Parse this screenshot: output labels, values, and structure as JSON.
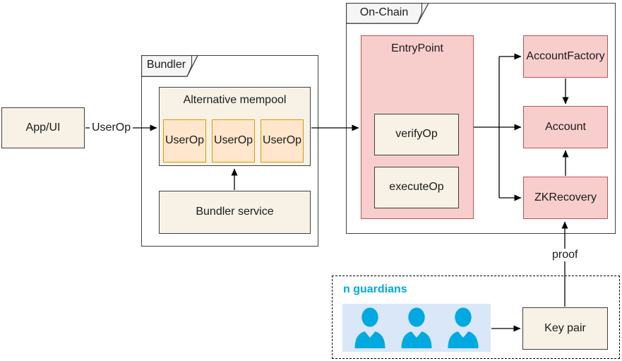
{
  "labels": {
    "app_ui": "App/UI",
    "userop_edge": "UserOp",
    "bundler_tab": "Bundler",
    "alt_mempool": "Alternative mempool",
    "bundler_service": "Bundler service",
    "onchain_tab": "On-Chain",
    "entrypoint": "EntryPoint",
    "verify_op": "verifyOp",
    "execute_op": "executeOp",
    "account_factory": "AccountFactory",
    "account": "Account",
    "zk_recovery": "ZKRecovery",
    "proof_edge": "proof",
    "guardians_title": "n guardians",
    "key_pair": "Key pair"
  },
  "mempool_userops": [
    "UserOp",
    "UserOp",
    "UserOp"
  ],
  "icons": [
    "guardian-icon",
    "guardian-icon",
    "guardian-icon"
  ],
  "colors": {
    "pink_fill": "#F8CECC",
    "pink_border": "#B85450",
    "orange_fill": "#FFE6CC",
    "orange_border": "#D79B00",
    "cream_fill": "#F7F2E5",
    "dark_border": "#3F3F3F",
    "tab_fill": "#F5F5F5",
    "guardians_fill": "#D9E7F8",
    "cyan": "#00A9E0",
    "line": "#000000"
  }
}
